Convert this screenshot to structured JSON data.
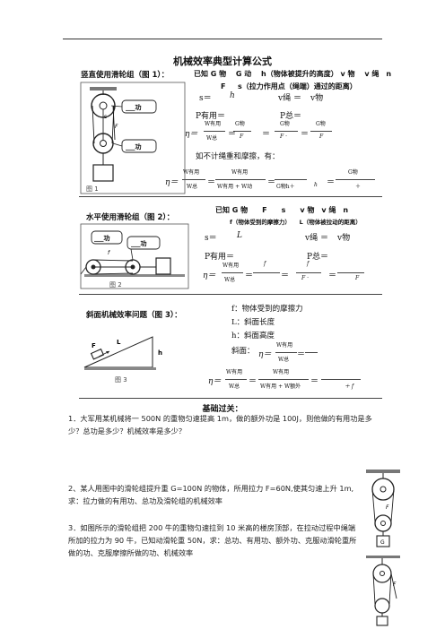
{
  "title": "机械效率典型计算公式",
  "section1": {
    "heading": "竖直使用滑轮组（图 1）：",
    "given_line1": "已知 G 物　 G 动 　h（物体被提升的高度）  v 物　 v 绳　n",
    "given_line2": "F 　 s（拉力作用点（绳端）通过的距离）",
    "f_s": "s＝",
    "f_h": "h",
    "f_vrope": "v绳 ＝",
    "f_vobj": "v物",
    "f_puseful": "P有用＝",
    "f_ptotal": "P总＝",
    "eta": "η＝",
    "w_useful": "W有用",
    "w_total": "W总",
    "g_obj": "G物",
    "f_F": "F",
    "f_Fdot": "F ·",
    "eq": "＝",
    "note": "如不计绳重和摩擦，有：",
    "eta2": "η＝",
    "w_sum": "W有用 + W动",
    "g_obj_h": "G物h＋",
    "f_hplus": "h",
    "plus": "＋",
    "label_work1": "___功",
    "label_work2": "___功",
    "label_F": "F",
    "label_s": "s",
    "caption": "图 1"
  },
  "section2": {
    "heading": "水平使用滑轮组（图 2）：",
    "given_line1": "已知 G 物　　F　　s　　v 物　v 绳　n",
    "given_line2": "f（物体受到的摩擦力）　　L（物体被拉动的距离）",
    "f_s": "s＝",
    "f_L": "L",
    "f_vrope": "v绳 ＝",
    "f_vobj": "v物",
    "f_puseful": "P有用＝",
    "f_ptotal": "P总＝",
    "eta": "η＝",
    "w_useful": "W有用",
    "w_total": "W总",
    "f_f": "f",
    "f_Fdot": "F ·",
    "f_F": "F",
    "eq": "＝",
    "label_work1": "___功",
    "label_work2": "___功",
    "label_f": "f",
    "caption": "图 2"
  },
  "section3": {
    "heading": "斜面机械效率问题（图 3）：",
    "def_f": "f：物体受到的摩擦力",
    "def_L": "L：斜面长度",
    "def_h": "h：斜面高度",
    "slope": "斜面：",
    "eta": "η＝",
    "w_useful": "W有用",
    "w_total": "W总",
    "w_sum": "W有用 + W额外",
    "eta2": "η＝",
    "plus_f": "＋ f",
    "eq": "＝",
    "label_F": "F",
    "label_L": "L",
    "label_h": "h",
    "caption": "图 3"
  },
  "practice": {
    "heading": "基础过关：",
    "q1": "1．大军用某机械将一 500N 的重物匀速提高 1m，做的额外功是 100J，则他做的有用功是多少？总功是多少？机械效率是多少？",
    "q2": "2、某人用图中的滑轮组提升重 G=100N 的物体，所用拉力 F=60N,使其匀速上升 1m,求：拉力做的有用功、总功及滑轮组的机械效率",
    "q3": "3．如图所示的滑轮组把 200 牛的重物匀速拉到 10 米高的楼房顶部，在拉动过程中绳端所加的拉力为 90 牛，已知动滑轮重 50N，求：总功、有用功、额外功、克服动滑轮重所做的功、克服摩擦所做的功、机械效率",
    "label_F": "F",
    "label_G": "G",
    "label_F2": "F"
  }
}
